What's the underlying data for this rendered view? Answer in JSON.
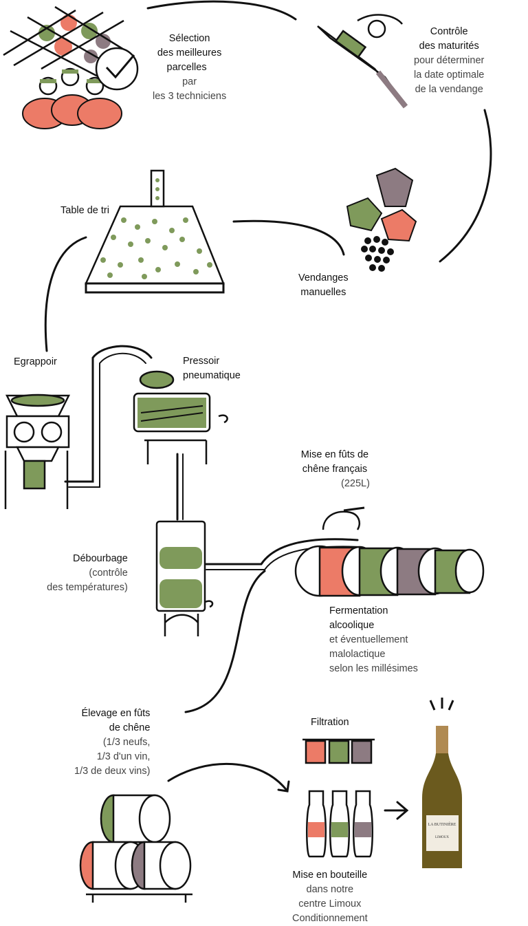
{
  "colors": {
    "green": "#7f9a5b",
    "salmon": "#ec7b67",
    "mauve": "#8d7b82",
    "ink": "#111111",
    "bottle": "#6b5a1e",
    "capsule": "#b08a52"
  },
  "steps": {
    "selection": {
      "title_1": "Sélection",
      "title_2": "des meilleures",
      "title_3": "parcelles",
      "sub_1": "par",
      "sub_2": "les 3 techniciens"
    },
    "controle": {
      "title_1": "Contrôle",
      "title_2": "des maturités",
      "sub_1": "pour déterminer",
      "sub_2": "la date optimale",
      "sub_3": "de la vendange"
    },
    "vendanges": {
      "title_1": "Vendanges",
      "title_2": "manuelles"
    },
    "table_tri": {
      "title": "Table de tri"
    },
    "egrappoir": {
      "title": "Egrappoir"
    },
    "pressoir": {
      "title_1": "Pressoir",
      "title_2": "pneumatique"
    },
    "futs": {
      "title_1": "Mise en fûts de",
      "title_2": "chêne français",
      "sub_1": "(225L)"
    },
    "debourbage": {
      "title": "Débourbage",
      "sub_1": "(contrôle",
      "sub_2": "des températures)"
    },
    "fermentation": {
      "title_1": "Fermentation",
      "title_2": "alcoolique",
      "sub_1": "et éventuellement",
      "sub_2": "malolactique",
      "sub_3": "selon les millésimes"
    },
    "elevage": {
      "title_1": "Élevage en fûts",
      "title_2": "de chêne",
      "sub_1": "(1/3 neufs,",
      "sub_2": "1/3 d'un vin,",
      "sub_3": "1/3 de deux vins)"
    },
    "filtration": {
      "title": "Filtration"
    },
    "bouteille": {
      "title": "Mise en bouteille",
      "sub_1": "dans notre",
      "sub_2": "centre Limoux",
      "sub_3": "Conditionnement"
    }
  },
  "bottle_label": {
    "brand": "LA BUTINIÈRE",
    "appellation": "LIMOUX"
  }
}
